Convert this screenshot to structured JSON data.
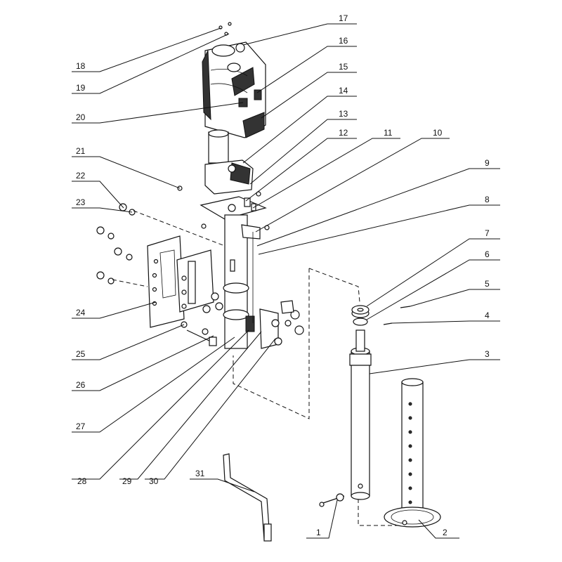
{
  "diagram": {
    "background": "#ffffff",
    "line_color": "#111111",
    "callouts": [
      {
        "id": "callout-1",
        "label": "1"
      },
      {
        "id": "callout-2",
        "label": "2"
      },
      {
        "id": "callout-3",
        "label": "3"
      },
      {
        "id": "callout-4",
        "label": "4"
      },
      {
        "id": "callout-5",
        "label": "5"
      },
      {
        "id": "callout-6",
        "label": "6"
      },
      {
        "id": "callout-7",
        "label": "7"
      },
      {
        "id": "callout-8",
        "label": "8"
      },
      {
        "id": "callout-9",
        "label": "9"
      },
      {
        "id": "callout-10",
        "label": "10"
      },
      {
        "id": "callout-11",
        "label": "11"
      },
      {
        "id": "callout-12",
        "label": "12"
      },
      {
        "id": "callout-13",
        "label": "13"
      },
      {
        "id": "callout-14",
        "label": "14"
      },
      {
        "id": "callout-15",
        "label": "15"
      },
      {
        "id": "callout-16",
        "label": "16"
      },
      {
        "id": "callout-17",
        "label": "17"
      },
      {
        "id": "callout-18",
        "label": "18"
      },
      {
        "id": "callout-19",
        "label": "19"
      },
      {
        "id": "callout-20",
        "label": "20"
      },
      {
        "id": "callout-21",
        "label": "21"
      },
      {
        "id": "callout-22",
        "label": "22"
      },
      {
        "id": "callout-23",
        "label": "23"
      },
      {
        "id": "callout-24",
        "label": "24"
      },
      {
        "id": "callout-25",
        "label": "25"
      },
      {
        "id": "callout-26",
        "label": "26"
      },
      {
        "id": "callout-27",
        "label": "27"
      },
      {
        "id": "callout-28",
        "label": "28"
      },
      {
        "id": "callout-29",
        "label": "29"
      },
      {
        "id": "callout-30",
        "label": "30"
      },
      {
        "id": "callout-31",
        "label": "31"
      }
    ]
  }
}
